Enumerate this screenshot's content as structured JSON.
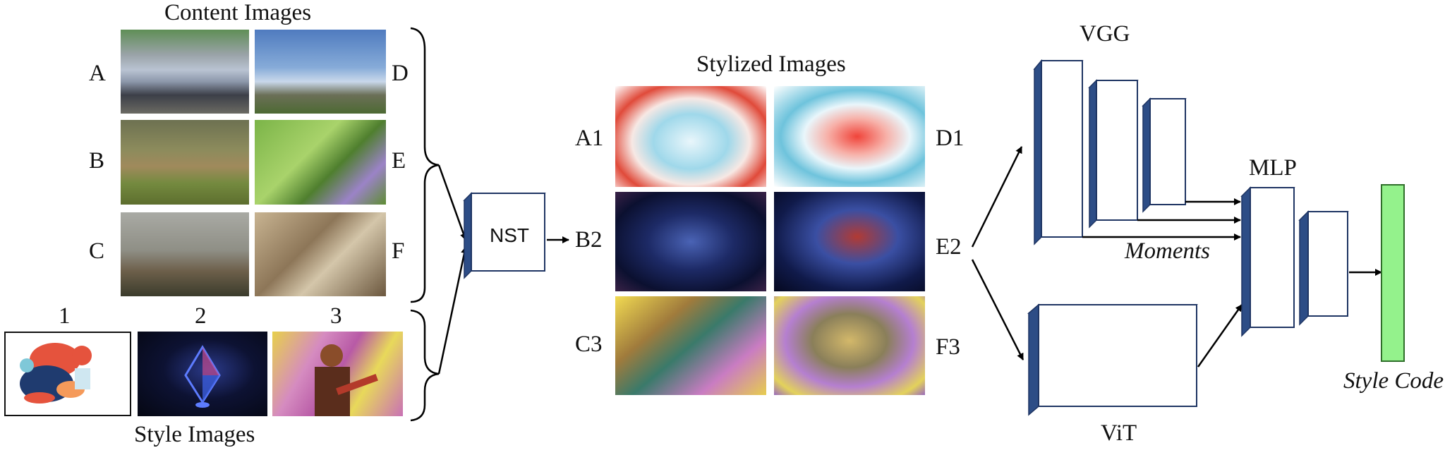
{
  "content": {
    "title": "Content Images",
    "labels": [
      "A",
      "B",
      "C",
      "D",
      "E",
      "F"
    ]
  },
  "style": {
    "title": "Style Images",
    "labels": [
      "1",
      "2",
      "3"
    ]
  },
  "stylized": {
    "title": "Stylized Images",
    "labels": [
      "A1",
      "B2",
      "C3",
      "D1",
      "E2",
      "F3"
    ]
  },
  "blocks": {
    "nst": "NST",
    "vgg": "VGG",
    "vit": "ViT",
    "mlp": "MLP",
    "moments": "Moments",
    "style_code": "Style Code"
  },
  "colors": {
    "block_edge": "#2d4d86",
    "block_face": "#ffffff",
    "style_code_fill": "#94f28c",
    "arrow": "#000000"
  }
}
